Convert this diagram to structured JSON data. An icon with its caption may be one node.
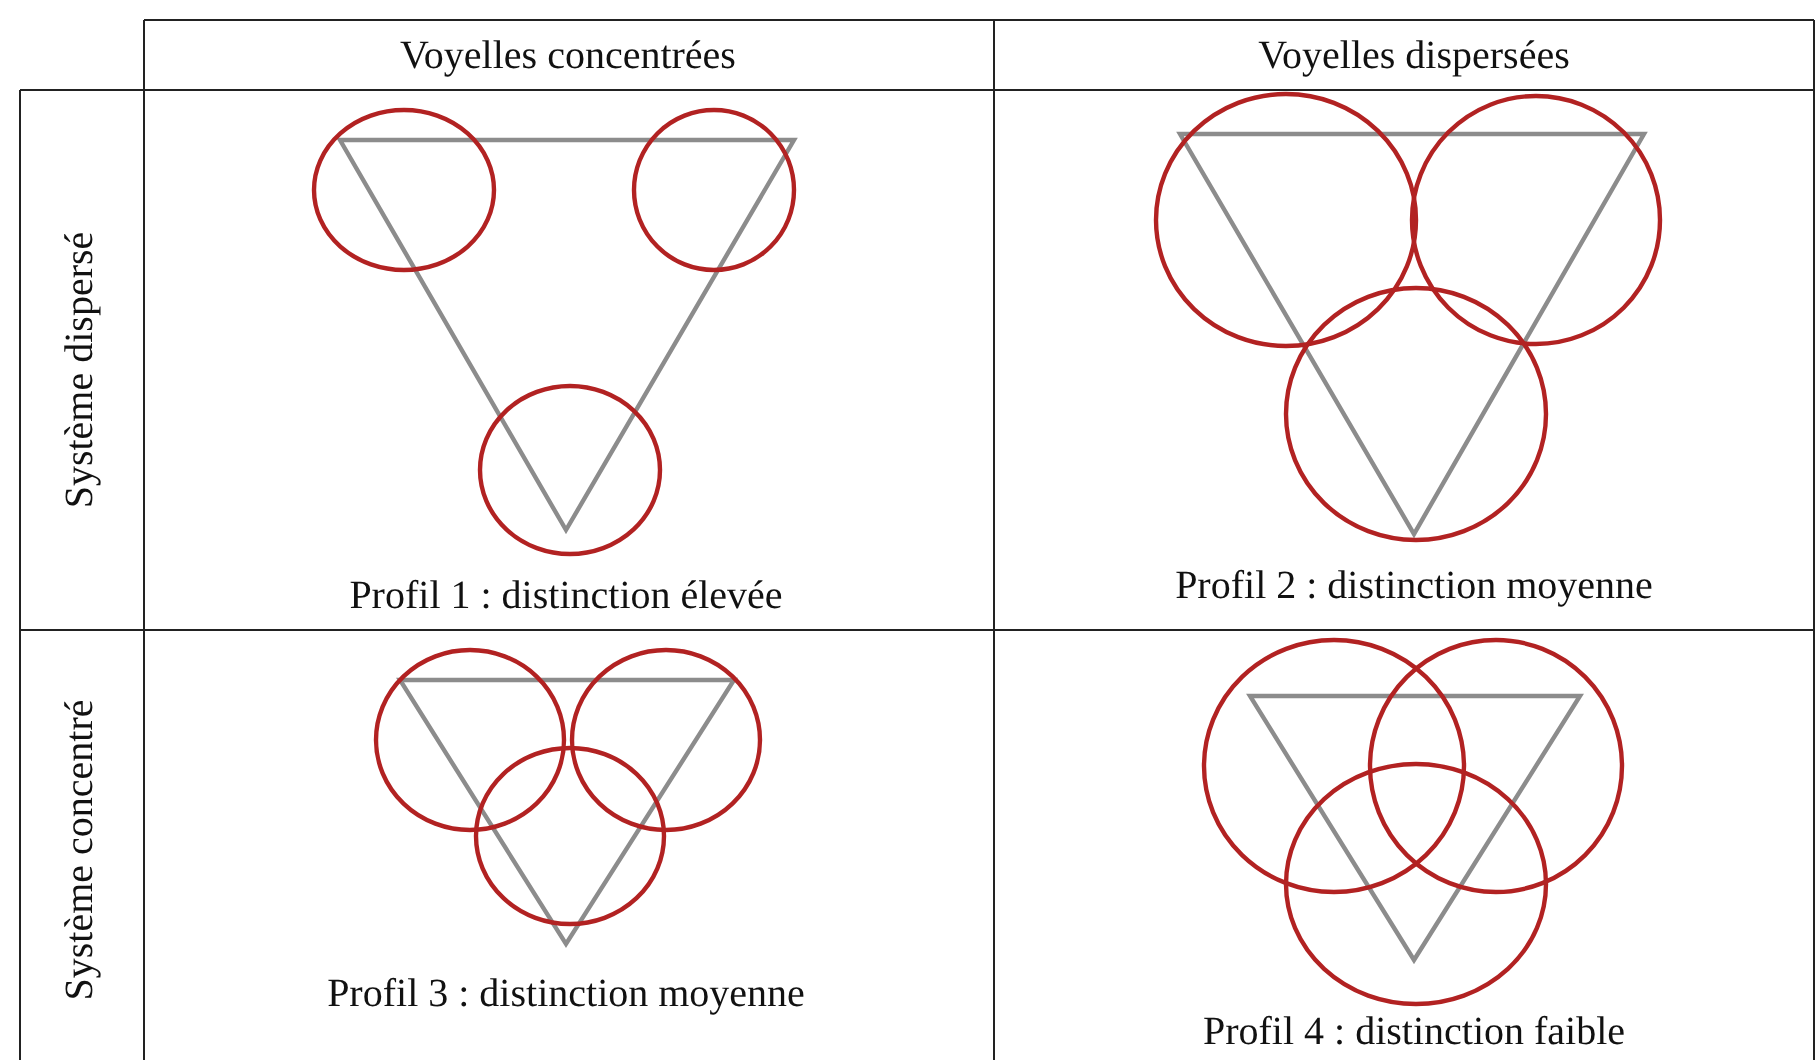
{
  "diagram": {
    "labels": [
      "Voyelles concentrées",
      "Voyelles dispersées",
      "Système dispersé",
      "Profil 1 : distinction élevée",
      "Profil 2 : distinction moyenne",
      "Système concentré",
      "Profil 3 : distinction moyenne",
      "Profil 4 : distinction faible"
    ]
  }
}
